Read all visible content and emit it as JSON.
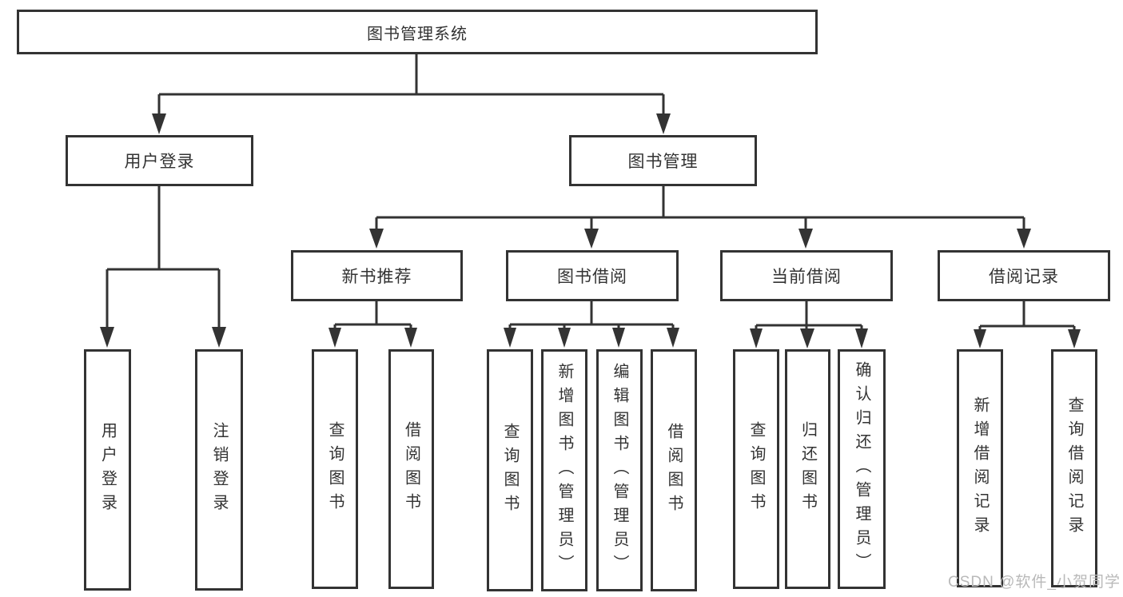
{
  "diagram_type": "function-structure-tree",
  "colors": {
    "line": "#333333",
    "box_border": "#333333",
    "box_fill": "#ffffff",
    "text": "#333333",
    "watermark": "#b9b9b9",
    "background": "#ffffff"
  },
  "tree": {
    "root": {
      "label": "图书管理系统"
    },
    "branches": [
      {
        "label": "用户登录",
        "children": [
          {
            "label": "用户登录"
          },
          {
            "label": "注销登录"
          }
        ]
      },
      {
        "label": "图书管理",
        "children": [
          {
            "label": "新书推荐",
            "children": [
              {
                "label": "查询图书"
              },
              {
                "label": "借阅图书"
              }
            ]
          },
          {
            "label": "图书借阅",
            "children": [
              {
                "label": "查询图书"
              },
              {
                "label": "新增图书（管理员）"
              },
              {
                "label": "编辑图书（管理员）"
              },
              {
                "label": "借阅图书"
              }
            ]
          },
          {
            "label": "当前借阅",
            "children": [
              {
                "label": "查询图书"
              },
              {
                "label": "归还图书"
              },
              {
                "label": "确认归还（管理员）"
              }
            ]
          },
          {
            "label": "借阅记录",
            "children": [
              {
                "label": "新增借阅记录"
              },
              {
                "label": "查询借阅记录"
              }
            ]
          }
        ]
      }
    ]
  },
  "watermark": {
    "text": "CSDN @软件_小贺同学"
  }
}
